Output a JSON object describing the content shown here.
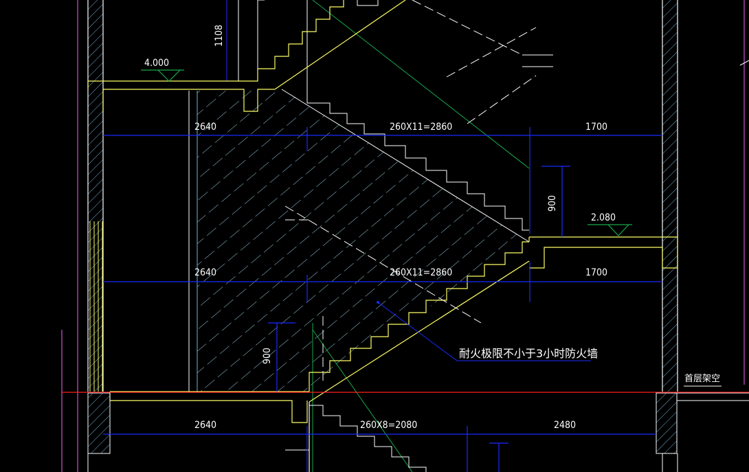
{
  "colors": {
    "background": "#000000",
    "wall": "#ffffff",
    "hatch": "#6fb6d6",
    "dimension": "#1b2bff",
    "stair_outline": "#ffff66",
    "axis_red": "#ff2020",
    "green": "#19a84a",
    "magenta": "#ff60ff",
    "text": "#ffffff"
  },
  "levels": {
    "upper": "4.000",
    "middle": "2.080"
  },
  "dimensions": {
    "upper_left": "2640",
    "upper_mid": "260X11=2860",
    "upper_right": "1700",
    "lower_left": "2640",
    "lower_mid": "260X11=2860",
    "lower_right": "1700",
    "bottom_left": "2640",
    "bottom_mid": "260X8=2080",
    "bottom_right": "2480",
    "vertical_top": "1108",
    "vertical_mid": "900",
    "vertical_low": "900"
  },
  "annotations": {
    "firewall": "耐火极限不小于3小时防火墙",
    "ground_floor": "首层架空"
  }
}
